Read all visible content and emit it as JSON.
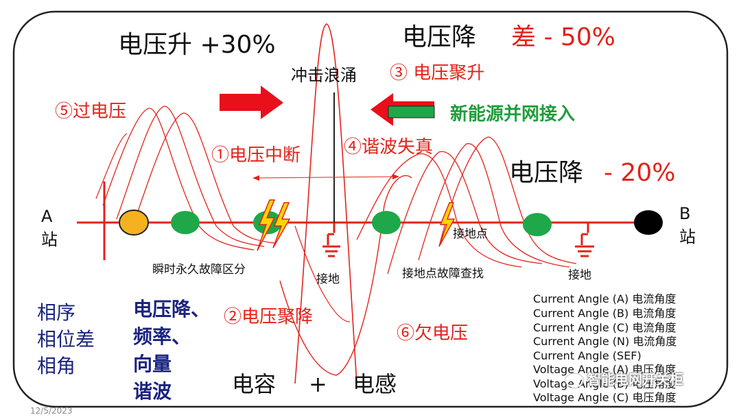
{
  "top_left_label": "电压升 +30%",
  "top_right_label": {
    "prefix": "电压降",
    "accent": "差 - 50%"
  },
  "right_label": {
    "prefix": "电压降",
    "accent": "- 20%"
  },
  "surge_label": "冲击浪涌",
  "event_labels": {
    "overvoltage": "⑤过电压",
    "voltage_interrupt": "①电压中断",
    "voltage_swell": "③ 电压聚升",
    "harmonic_distortion": "④谐波失真",
    "voltage_sag": "②电压聚降",
    "undervoltage": "⑥欠电压"
  },
  "renewable_label": "新能源并网接入",
  "stations": {
    "a_line1": "A",
    "a_line2": "站",
    "b_line1": "B",
    "b_line2": "站"
  },
  "ground_labels": {
    "center": "接地",
    "right": "接地",
    "fault_point": "接地点"
  },
  "fault_labels": {
    "classify": "瞬时永久故障区分",
    "locate": "接地点故障查找"
  },
  "left_params": [
    "相序",
    "相位差",
    "相角"
  ],
  "mid_params": [
    "电压降、",
    "频率、",
    "向量",
    "谐波"
  ],
  "bottom_center": {
    "left": "电容",
    "plus": "+",
    "right": "电感"
  },
  "angle_list": [
    "Current Angle (A)  电流角度",
    "Current Angle (B)  电流角度",
    "Current Angle (C)  电流角度",
    "Current Angle (N)  电流角度",
    "Current Angle (SEF)",
    "Voltage Angle (A) 电压角度",
    "Voltage Angle (B) 电压角度",
    "Voltage Angle (C) 电压角度"
  ],
  "watermark": "智能电网开关柜",
  "date": "12/5/2023",
  "colors": {
    "line": "#e2231a",
    "node_green": "#1ea84a",
    "node_orange": "#f5b220",
    "node_black": "#000000",
    "label_green": "#1f9e3a",
    "navy": "#1a237e"
  }
}
